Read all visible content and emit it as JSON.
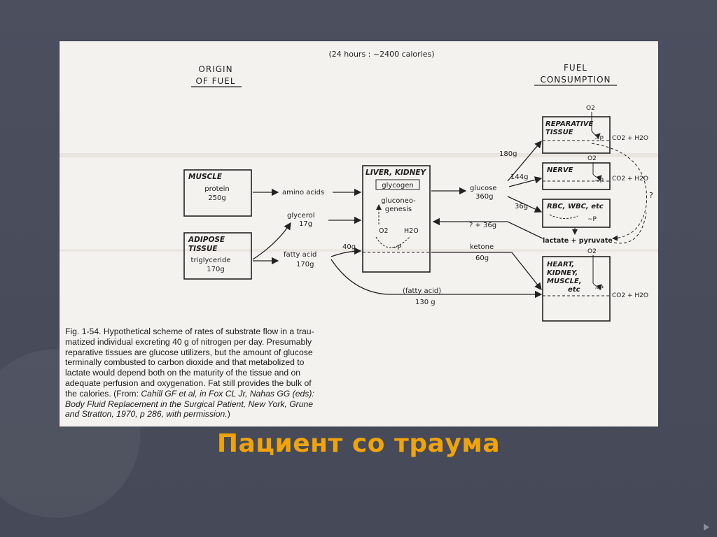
{
  "slide": {
    "title": "Пациент со траума"
  },
  "figure": {
    "header": "(24 hours : ~2400 calories)",
    "origin_heading_1": "ORIGIN",
    "origin_heading_2": "OF FUEL",
    "consumption_heading_1": "FUEL",
    "consumption_heading_2": "CONSUMPTION",
    "muscle": {
      "title": "MUSCLE",
      "line1": "protein",
      "line2": "250g"
    },
    "adipose": {
      "title1": "ADIPOSE",
      "title2": "TISSUE",
      "line1": "triglyceride",
      "line2": "170g"
    },
    "amino_acids": "amino acids",
    "glycerol": {
      "name": "glycerol",
      "amount": "17g"
    },
    "fatty_acid": {
      "name": "fatty acid",
      "amount": "170g"
    },
    "liver": {
      "title": "LIVER, KIDNEY",
      "glycogen": "glycogen",
      "gluco1": "gluconeo-",
      "gluco2": "genesis",
      "o2": "O2",
      "h2o": "H2O",
      "p": "~P"
    },
    "glucose": {
      "name": "glucose",
      "amount": "360g"
    },
    "flows": {
      "g180": "180g",
      "g144": "144g",
      "g36": "36g",
      "recycle": "? + 36g",
      "fa40": "40g",
      "ketone": "ketone",
      "ketone_amount": "60g",
      "fatty_acid_paren": "(fatty acid)",
      "fatty_acid_paren_amount": "130 g"
    },
    "reparative": {
      "title1": "REPARATIVE",
      "title2": "TISSUE",
      "o2": "O2",
      "p": "~P",
      "out": "CO2 + H2O"
    },
    "nerve": {
      "title": "NERVE",
      "o2": "O2",
      "p": "~P",
      "out": "CO2 + H2O",
      "q": "?"
    },
    "rbc": {
      "title": "RBC, WBC, etc",
      "p": "~P",
      "lactate": "lactate + pyruvate"
    },
    "heart": {
      "title1": "HEART,",
      "title2": "KIDNEY,",
      "title3": "MUSCLE,",
      "title4": "etc",
      "o2": "O2",
      "p": "~P",
      "out": "CO2 + H2O"
    }
  },
  "caption": {
    "line1": "Fig. 1-54. Hypothetical scheme of rates of substrate flow in a trau-",
    "line2": "matized individual excreting 40 g of nitrogen per day. Presumably",
    "line3": "reparative tissues are glucose utilizers, but the amount of glucose",
    "line4": "terminally combusted to carbon dioxide and that metabolized to",
    "line5": "lactate would depend both on the maturity of the tissue and on",
    "line6": "adequate perfusion and oxygenation. Fat still provides the bulk of",
    "line7_plain": "the calories. (From: ",
    "line7_italic": "Cahill GF et al, in Fox CL Jr, Nahas GG (eds):",
    "line8_italic": "Body Fluid Replacement in the Surgical Patient, New York, Grune",
    "line9_italic": "and Stratton, 1970, p 286, with permission.",
    "line9_plain": ")"
  }
}
